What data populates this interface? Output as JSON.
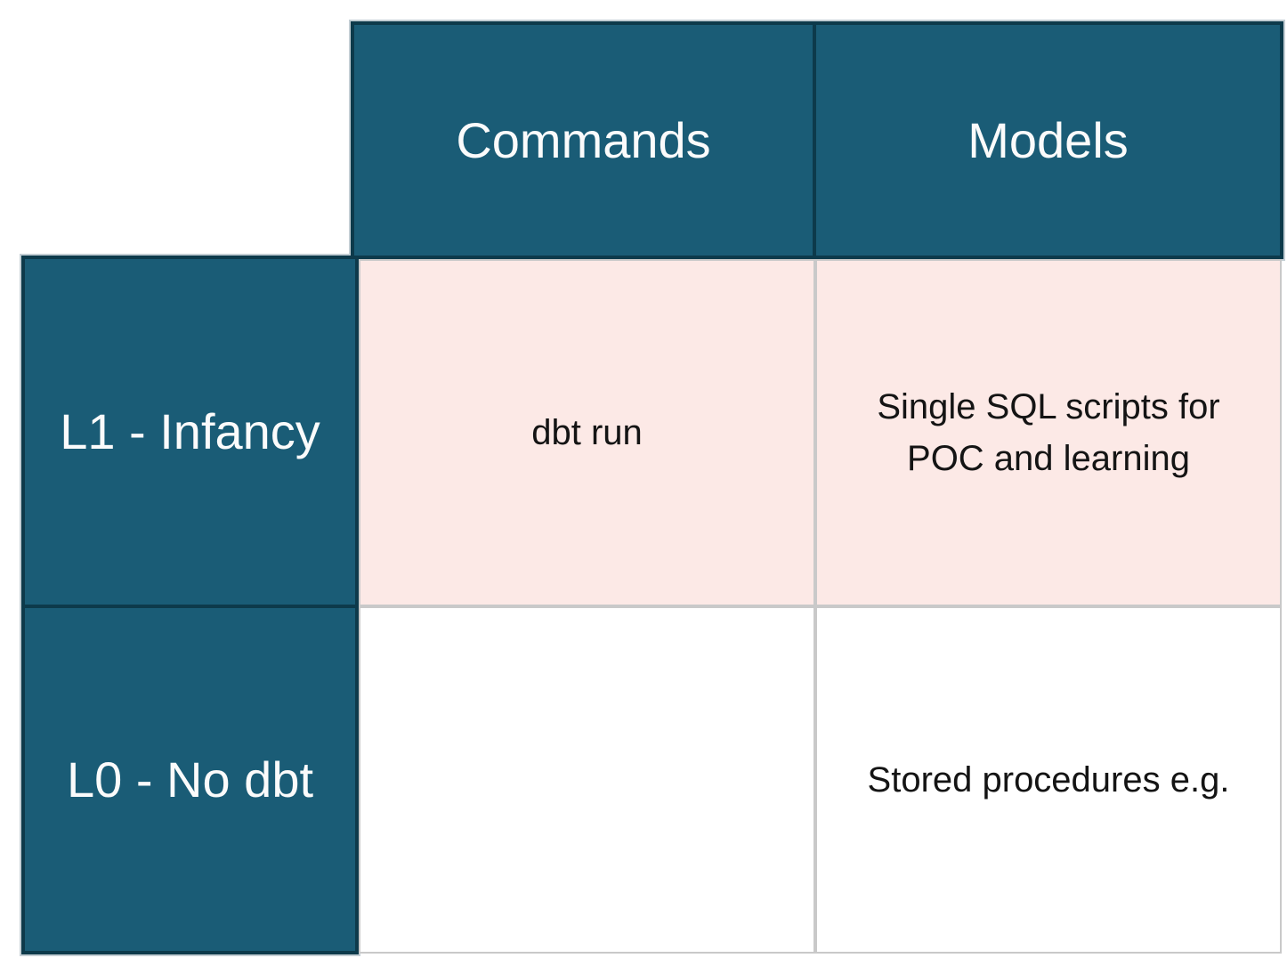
{
  "chart_data": {
    "type": "table",
    "columns": [
      "Commands",
      "Models"
    ],
    "rows": [
      {
        "label": "L1 - Infancy",
        "cells": [
          "dbt run",
          "Single SQL scripts for POC and learning"
        ],
        "row_fill": "#FCE9E6"
      },
      {
        "label": "L0 - No dbt",
        "cells": [
          "",
          "Stored procedures e.g."
        ],
        "row_fill": "#FFFFFF"
      }
    ],
    "layout": {
      "grid": "on",
      "legend": "none",
      "corner_cell": "empty"
    }
  },
  "colors": {
    "header_fill": "#1A5C76",
    "header_border": "#0D3A4B",
    "header_text": "#FFFFFF",
    "highlight_cell_fill": "#FCE9E6",
    "default_cell_fill": "#FFFFFF",
    "gridline": "#C9C9C9",
    "outer_outline": "#C3CED4",
    "body_text": "#141414"
  }
}
